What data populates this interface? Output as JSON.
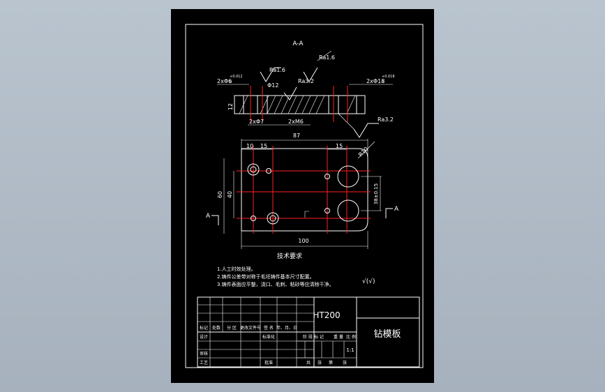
{
  "drawing": {
    "section_title": "A-A",
    "roughness": [
      "Ra1.6",
      "Ra1.6",
      "Ra3.2",
      "Ra3.2"
    ],
    "section_dims": {
      "left_hole": "2xΦ6",
      "left_tol_upper": "+0.012",
      "left_tol_lower": "0",
      "right_hole": "2xΦ18",
      "right_tol_upper": "+0.018",
      "right_tol_lower": "0",
      "center_hole": "Φ12",
      "thickness": "12",
      "bottom_left": "2xΦ7",
      "bottom_mid": "2xM6"
    },
    "plan_dims": {
      "overall_top": "87",
      "d10": "10",
      "d15a": "15",
      "d15b": "15",
      "radius": "R10",
      "height_outer": "60",
      "height_inner": "40",
      "pitch": "38±0.15",
      "overall_width": "100",
      "section_mark_left": "A",
      "section_mark_right": "A"
    },
    "tech_title": "技术要求",
    "notes": [
      "1.人工时效处理。",
      "2.铸件公差带对称于毛坯铸件基本尺寸配置。",
      "3.铸件表面应平整，浇口、毛刺、粘砂等应清除干净。"
    ],
    "note_symbol": "√(√)"
  },
  "title_block": {
    "material": "HT200",
    "part_name": "钻模板",
    "headers": [
      "标记",
      "处数",
      "分 区",
      "更改文件号",
      "签 名",
      "年、月、日"
    ],
    "labels": {
      "design": "设计",
      "standardize": "标准化",
      "review": "审核",
      "process": "工艺",
      "approve": "批准",
      "stage_mark": "阶 段 标 记",
      "weight": "重 量",
      "scale_label": "比 例",
      "scale": "1:1",
      "sheets_total": "共",
      "sheets_unit": "张",
      "sheet_no": "第",
      "sheet_unit": "张"
    }
  }
}
